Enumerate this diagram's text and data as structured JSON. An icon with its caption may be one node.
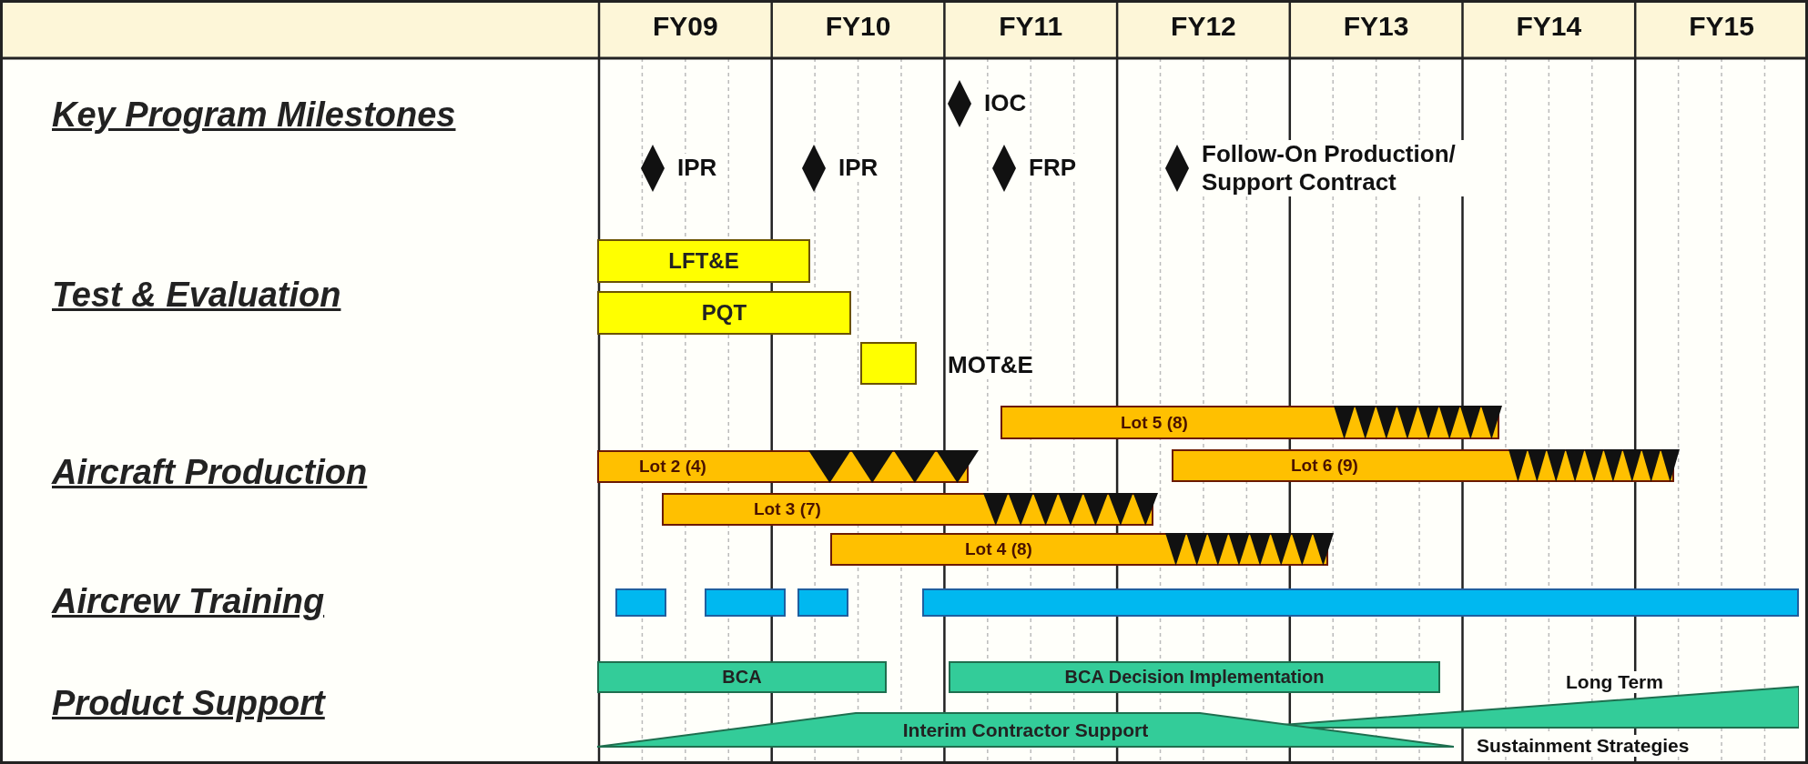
{
  "diagram": {
    "nodes": [
      {
        "text": [],
        "shape": "diamond",
        "beside": [
          "IOC"
        ]
      },
      {
        "text": [],
        "shape": "diamond",
        "beside": [
          "IPR"
        ]
      },
      {
        "text": [],
        "shape": "diamond",
        "beside": [
          "IPR"
        ]
      },
      {
        "text": [],
        "shape": "diamond",
        "beside": [
          "FRP"
        ]
      },
      {
        "text": [],
        "shape": "diamond",
        "beside": [
          "Follow-On Production/ Support Contract"
        ]
      },
      {
        "text": [
          "LFT&E"
        ]
      },
      {
        "text": [
          "PQT"
        ]
      },
      {
        "text": [],
        "shape": "box",
        "beside": [
          "MOT&E"
        ]
      },
      {
        "text": [
          "Lot 5 (8)"
        ]
      },
      {
        "text": [
          "Lot 2 (4)"
        ]
      },
      {
        "text": [
          "Lot 6 (9)"
        ]
      },
      {
        "text": [
          "Lot 3 (7)"
        ]
      },
      {
        "text": [
          "Lot 4 (8)"
        ]
      },
      {
        "text": [],
        "shape": "bar"
      },
      {
        "text": [],
        "shape": "bar"
      },
      {
        "text": [],
        "shape": "bar"
      },
      {
        "text": [],
        "shape": "bar"
      },
      {
        "text": [
          "BCA"
        ]
      },
      {
        "text": [
          "BCA Decision Implementation"
        ]
      },
      {
        "text": [],
        "shape": "triangle",
        "beside": [
          "Long Term",
          "Sustainment Strategies"
        ]
      },
      {
        "text": [
          "Interim Contractor Support"
        ]
      }
    ],
    "labels": [
      "FY09",
      "FY10",
      "FY11",
      "FY12",
      "FY13",
      "FY14",
      "FY15",
      "Key Program Milestones",
      "Test & Evaluation",
      "Aircraft Production",
      "Aircrew Training",
      "Product Support"
    ]
  }
}
